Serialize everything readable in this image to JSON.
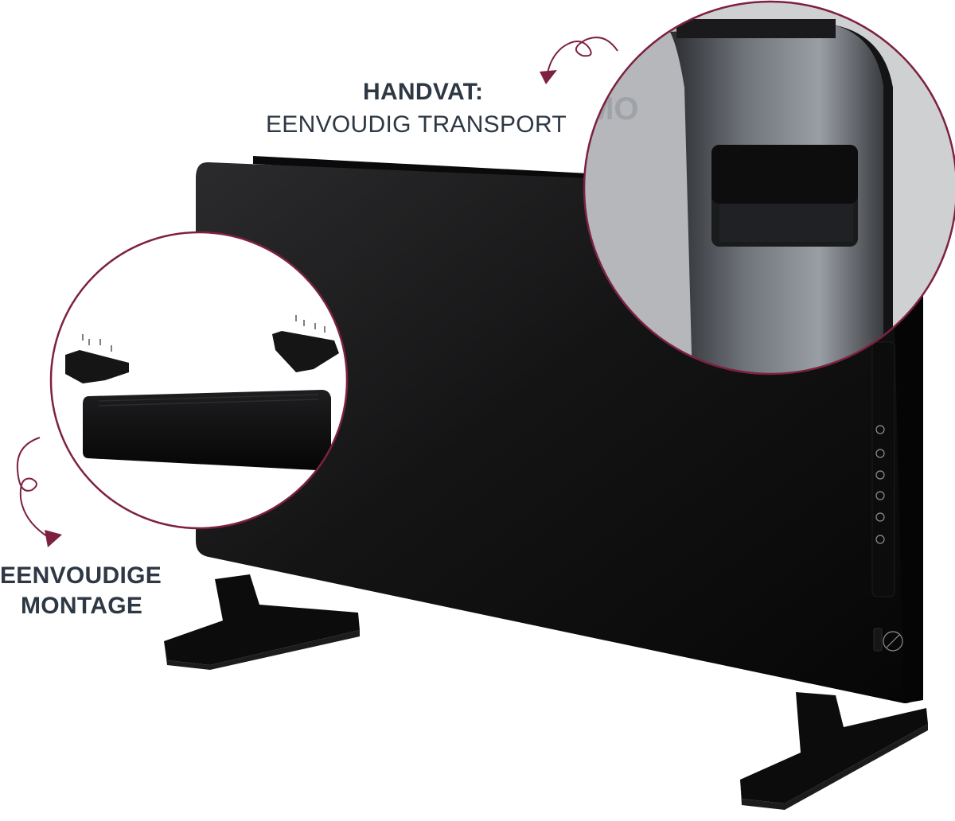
{
  "callouts": {
    "handle_title": "HANDVAT:",
    "handle_subtitle": "EENVOUDIG TRANSPORT",
    "mounting_line1": "EENVOUDIGE",
    "mounting_line2": "MONTAGE"
  },
  "brand_fragment": "MO",
  "colors": {
    "accent": "#7d2140",
    "text": "#2e3844",
    "panel": "#0f0f10",
    "background": "#ffffff"
  },
  "control_panel_icons": [
    "power-icon",
    "mode-icon",
    "plus-icon",
    "minus-icon",
    "timer-icon",
    "wifi-icon"
  ]
}
